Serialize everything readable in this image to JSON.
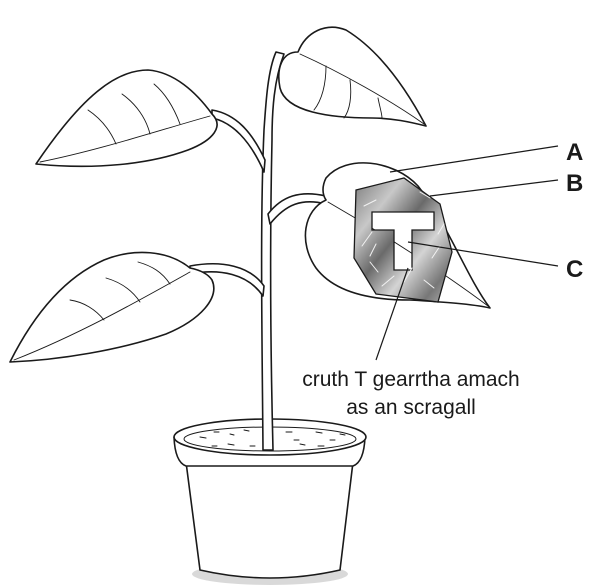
{
  "labels": {
    "a": "A",
    "b": "B",
    "c": "C"
  },
  "caption": {
    "line1": "cruth T gearrtha amach",
    "line2": "as an scragall"
  }
}
